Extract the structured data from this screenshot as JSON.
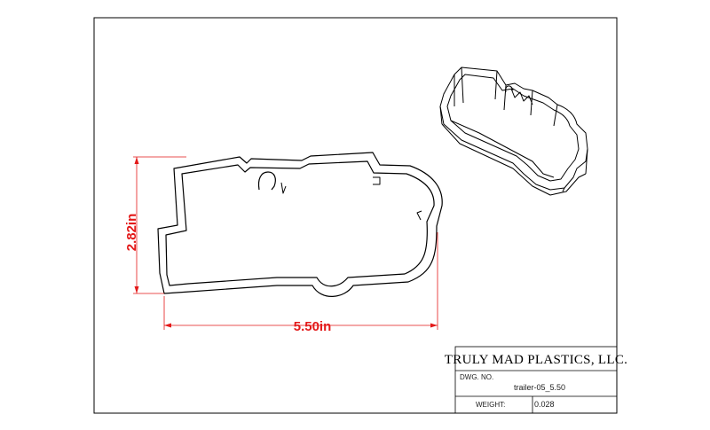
{
  "dimensions": {
    "height_label": "2.82in",
    "width_label": "5.50in"
  },
  "title_block": {
    "company": "TRULY MAD PLASTICS, LLC.",
    "dwg_no_label": "DWG. NO.",
    "dwg_no_value": "trailer-05_5.50",
    "weight_label": "WEIGHT:",
    "weight_value": "0.028"
  },
  "colors": {
    "dimension": "#e31919",
    "line": "#000000"
  }
}
